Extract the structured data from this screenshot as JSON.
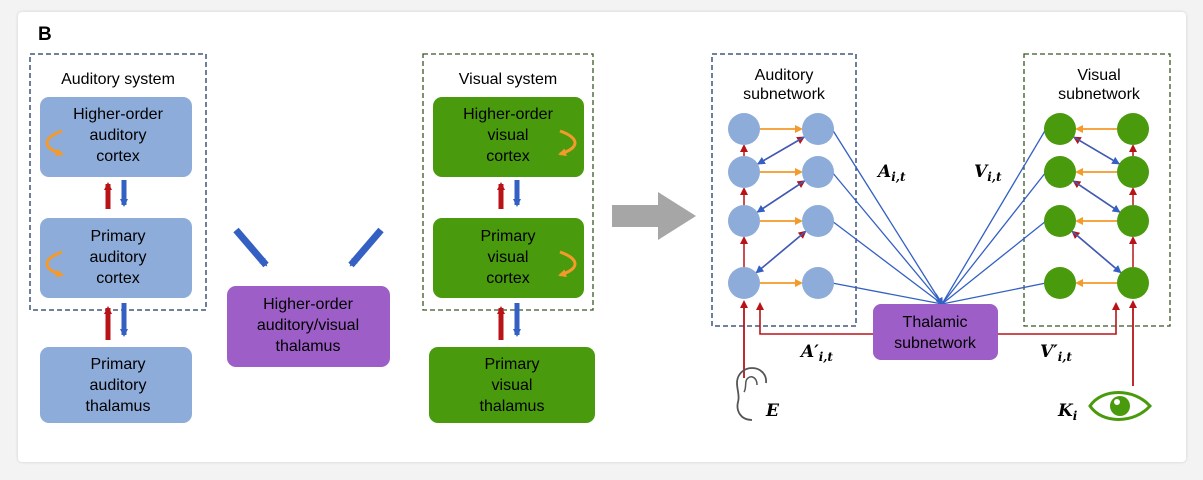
{
  "panel_label": "B",
  "left": {
    "auditory": {
      "title": "Auditory system",
      "higher": [
        "Higher-order",
        "auditory",
        "cortex"
      ],
      "primary_cortex": [
        "Primary",
        "auditory",
        "cortex"
      ],
      "thalamus": [
        "Primary",
        "auditory",
        "thalamus"
      ]
    },
    "higher_thalamus": [
      "Higher-order",
      "auditory/visual",
      "thalamus"
    ],
    "visual": {
      "title": "Visual system",
      "higher": [
        "Higher-order",
        "visual",
        "cortex"
      ],
      "primary_cortex": [
        "Primary",
        "visual",
        "cortex"
      ],
      "thalamus": [
        "Primary",
        "visual",
        "thalamus"
      ]
    }
  },
  "right": {
    "auditory_title": [
      "Auditory",
      "subnetwork"
    ],
    "visual_title": [
      "Visual",
      "subnetwork"
    ],
    "thalamic": [
      "Thalamic",
      "subnetwork"
    ],
    "labels": {
      "A_main": "A",
      "A_sub": "i,t",
      "V_main": "V",
      "V_sub": "i,t",
      "Ap_main": "A′",
      "Ap_sub": "i,t",
      "Vp_main": "V′",
      "Vp_sub": "i,t",
      "E": "E",
      "K_main": "K",
      "K_sub": "i"
    }
  },
  "colors": {
    "blue_box": "#8eacd9",
    "green_box": "#4a9a0e",
    "purple_box": "#9e5ec7",
    "red_arrow": "#b81418",
    "blue_arrow": "#3360c2",
    "orange_arrow": "#f39a2a",
    "gray_arrow": "#a6a6a6",
    "dash_blue": "#1f3864",
    "dash_green": "#385723",
    "auditory_node": "#8eacd9",
    "visual_node": "#4a9a0e"
  }
}
